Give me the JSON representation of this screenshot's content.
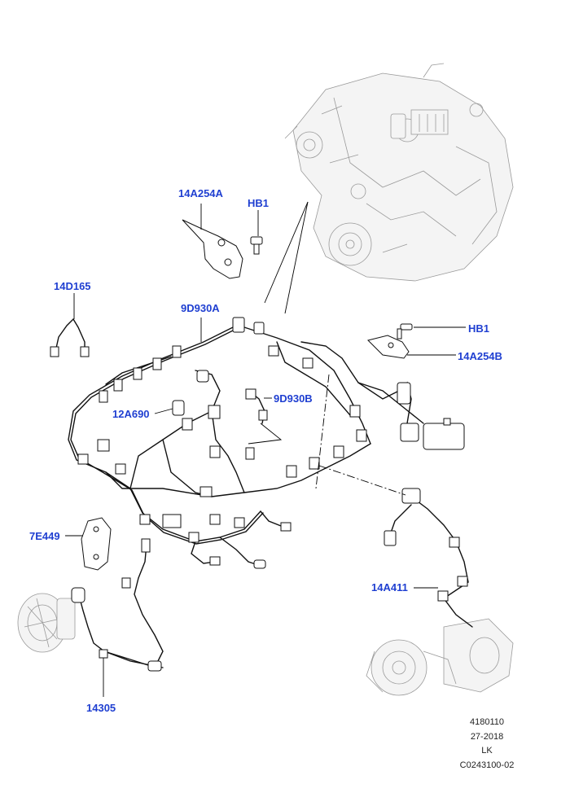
{
  "callouts": {
    "bracket_top": "14A254A",
    "bolt_top": "HB1",
    "harness_14d165": "14D165",
    "harness_main": "9D930A",
    "bolt_right": "HB1",
    "bracket_right": "14A254B",
    "harness_9d930b": "9D930B",
    "sensor_12a690": "12A690",
    "module_7e449": "7E449",
    "harness_14a411": "14A411",
    "cable_14305": "14305"
  },
  "stamp": {
    "line1": "4180110",
    "line2": "27-2018",
    "line3": "LK",
    "line4": "C0243100-02"
  },
  "colors": {
    "callout": "#1f3fd1",
    "line": "#111111",
    "ghost": "#9a9a9a"
  }
}
